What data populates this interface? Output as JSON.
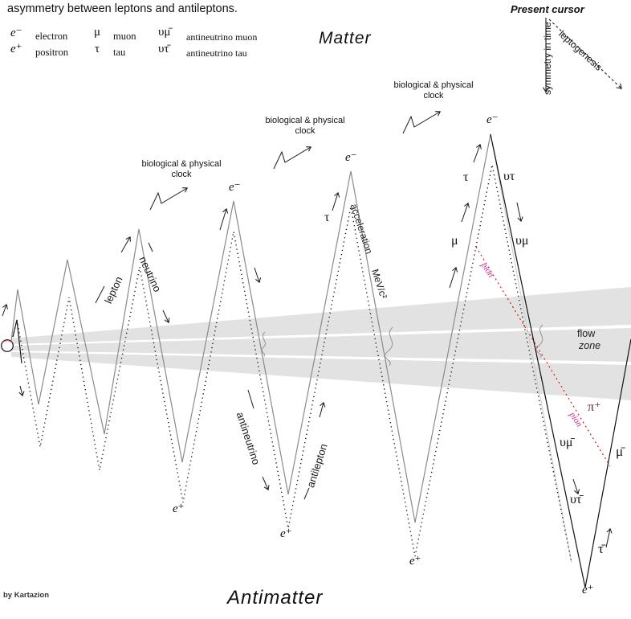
{
  "title": "asymmetry between leptons and antileptons.",
  "legend": {
    "items": [
      {
        "symbol": "e⁻",
        "name": "electron"
      },
      {
        "symbol": "e⁺",
        "name": "positron"
      },
      {
        "symbol": "μ",
        "name": "muon"
      },
      {
        "symbol": "τ",
        "name": "tau"
      },
      {
        "symbol": "υμ̄",
        "name": "antineutrino muon"
      },
      {
        "symbol": "υτ̄",
        "name": "antineutrino tau"
      }
    ]
  },
  "regions": {
    "matter": "Matter",
    "antimatter": "Antimatter"
  },
  "present_cursor": {
    "title": "Present cursor",
    "vertical_axis": "symmetry in time",
    "diagonal_axis": "leptogenesis"
  },
  "clock": {
    "line1": "biological & physical",
    "line2": "clock"
  },
  "flow_zone": {
    "line1": "flow",
    "line2": "zone"
  },
  "path_labels": {
    "lepton": "lepton",
    "neutrino": "neutrino",
    "antineutrino": "antineutrino",
    "antilepton": "antilepton",
    "acceleration": "acceleration",
    "acceleration_unit": "MeV/c²"
  },
  "sym": {
    "e_minus": "e⁻",
    "e_plus": "e⁺",
    "tau": "τ",
    "mu": "μ",
    "nu_tau": "υτ",
    "nu_mu": "υμ",
    "anti_nu_mu": "υμ̄",
    "anti_nu_tau": "υτ̄",
    "anti_mu": "μ̄",
    "anti_tau": "τ̄",
    "pi_plus": "π⁺"
  },
  "pion_label": "pion",
  "credit": "by Kartazion",
  "colors": {
    "pion_line": "#e00000",
    "pion_text": "#c02898",
    "pi_symbol": "#5a2347",
    "zigzag_gray": "#8a8a8a",
    "flow_zone_fill": "#e2e2e2"
  }
}
